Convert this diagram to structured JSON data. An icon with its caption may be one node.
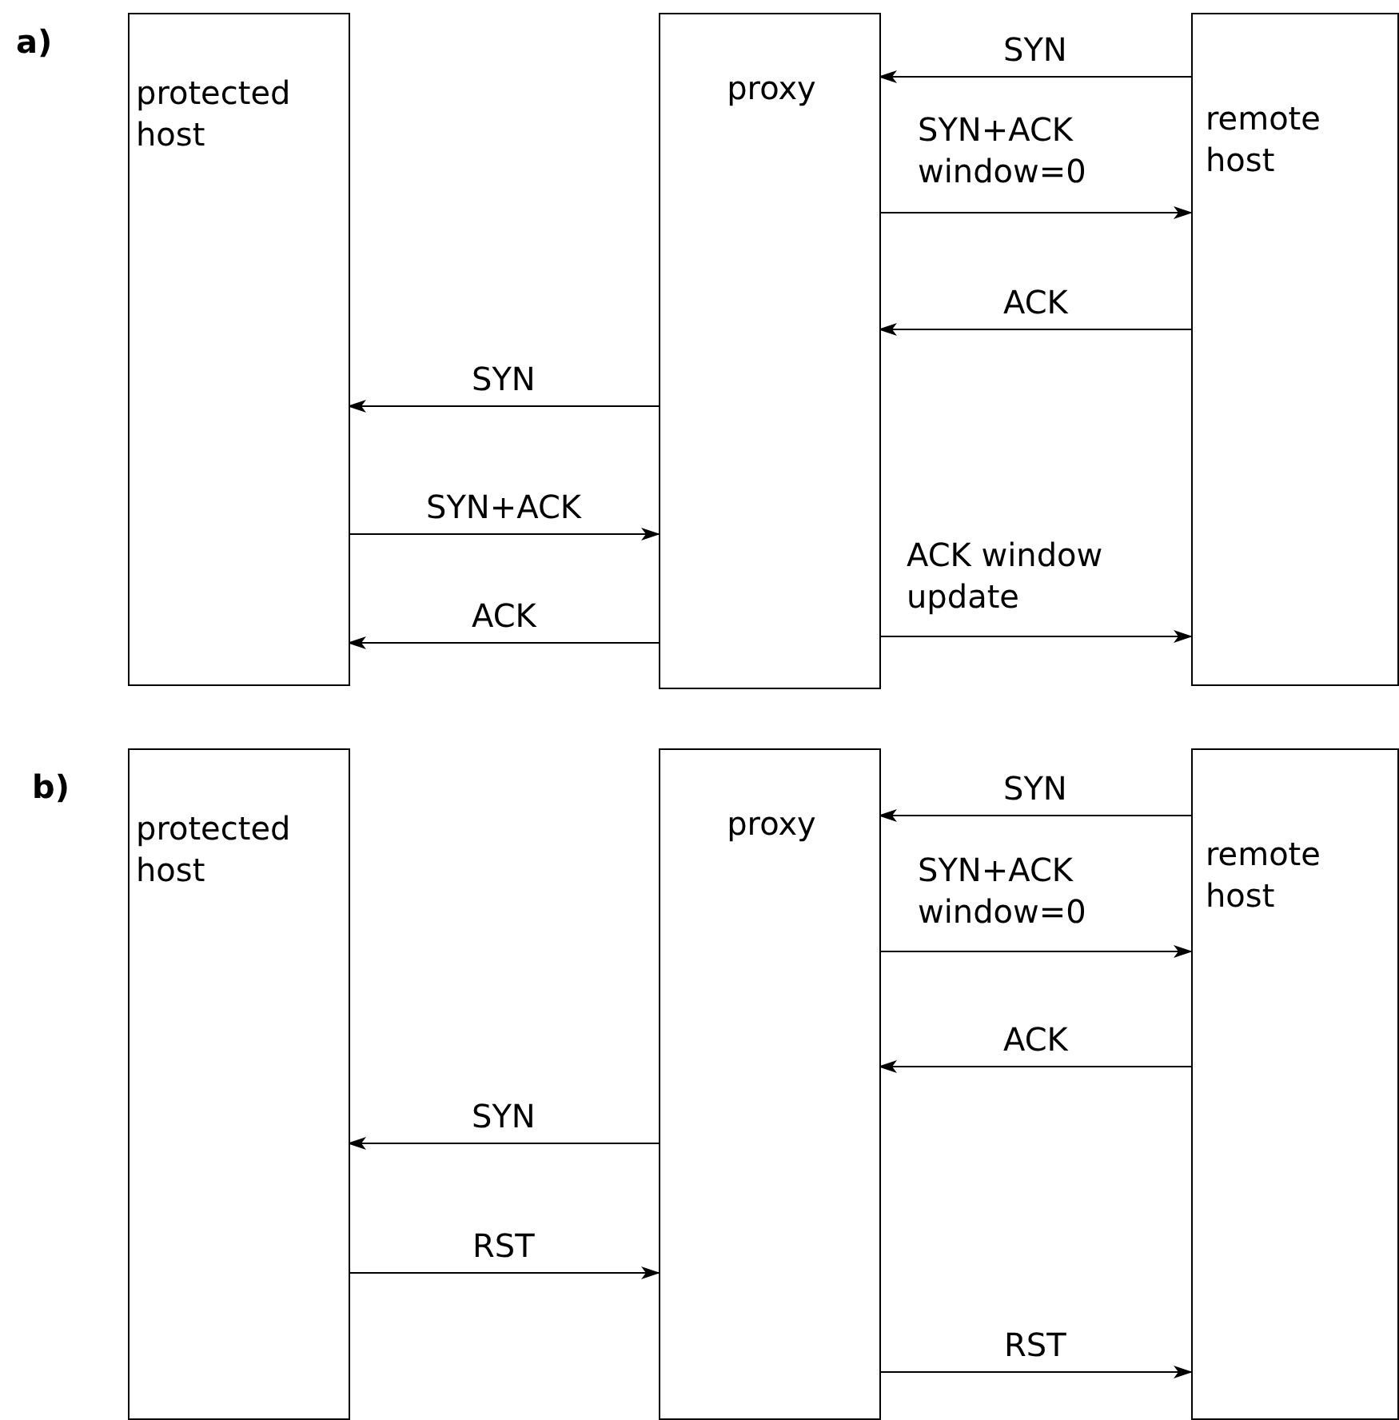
{
  "diagram": {
    "nodes": [
      {
        "text": [
          "protected host"
        ]
      },
      {
        "text": [
          "proxy"
        ]
      },
      {
        "text": [
          "remote host"
        ]
      },
      {
        "text": [
          "protected host"
        ]
      },
      {
        "text": [
          "proxy"
        ]
      },
      {
        "text": [
          "remote host"
        ]
      }
    ],
    "edges": [
      {
        "from": 2,
        "to": 1,
        "arrow": "to",
        "label": "SYN"
      },
      {
        "from": 1,
        "to": 2,
        "arrow": "to",
        "label": "SYN+ACK window=0"
      },
      {
        "from": 2,
        "to": 1,
        "arrow": "to",
        "label": "ACK"
      },
      {
        "from": 1,
        "to": 0,
        "arrow": "to",
        "label": "SYN"
      },
      {
        "from": 0,
        "to": 1,
        "arrow": "to",
        "label": "SYN+ACK"
      },
      {
        "from": 1,
        "to": 0,
        "arrow": "to",
        "label": "ACK"
      },
      {
        "from": 1,
        "to": 2,
        "arrow": "to",
        "label": "ACK window update"
      },
      {
        "from": 5,
        "to": 4,
        "arrow": "to",
        "label": "SYN"
      },
      {
        "from": 4,
        "to": 5,
        "arrow": "to",
        "label": "SYN+ACK window=0"
      },
      {
        "from": 5,
        "to": 4,
        "arrow": "to",
        "label": "ACK"
      },
      {
        "from": 4,
        "to": 3,
        "arrow": "to",
        "label": "SYN"
      },
      {
        "from": 3,
        "to": 4,
        "arrow": "to",
        "label": "RST"
      },
      {
        "from": 4,
        "to": 5,
        "arrow": "to",
        "label": "RST"
      }
    ],
    "labels": [
      "a)",
      "b)"
    ]
  }
}
